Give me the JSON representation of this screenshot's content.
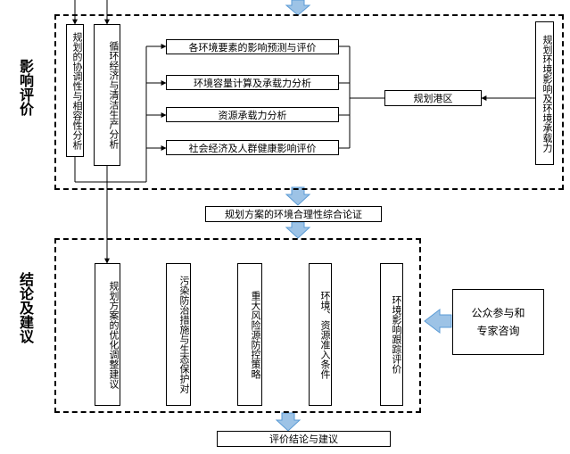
{
  "sections": {
    "impact": "影响评价",
    "conclusion": "结论及建议"
  },
  "top_left": {
    "coordination": "规划的协调性与相容性分析",
    "circular": "循环经济与清洁生产分析"
  },
  "analysis": {
    "items": [
      "各环境要素的影响预测与评价",
      "环境容量计算及承载力分析",
      "资源承载力分析",
      "社会经济及人群健康影响评价"
    ]
  },
  "planning_area": "规划港区",
  "right_vertical": "规划环境影响及环境承载力",
  "middle": "规划方案的环境合理性综合论证",
  "bottom_items": [
    "规划方案的优化调整建议",
    "污染防治措施与生态保护对",
    "重大风险源防控策略",
    "环境、资源准入条件",
    "环境影响跟踪评价"
  ],
  "public": {
    "line1": "公众参与和",
    "line2": "专家咨询"
  },
  "final": "评价结论与建议",
  "colors": {
    "arrow_fill": "#9dc3e6",
    "arrow_stroke": "#5b9bd5",
    "line": "#000000"
  }
}
